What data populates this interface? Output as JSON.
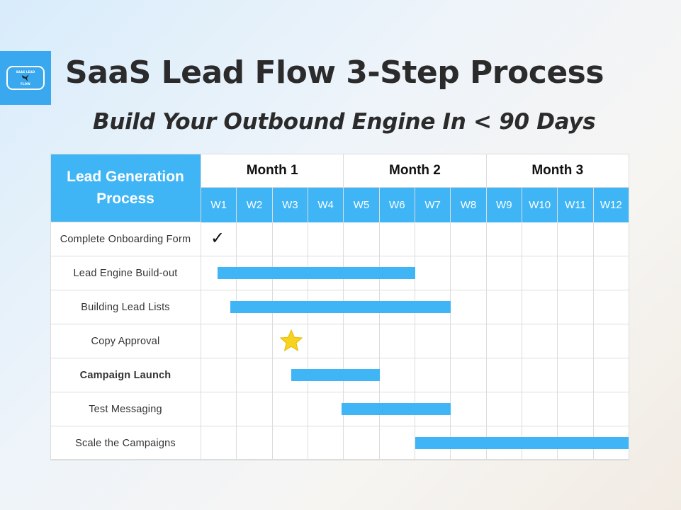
{
  "logo": {
    "top_text": "SAAS LEAD",
    "bottom_text": "FLOW",
    "bg_color": "#3aa8ef"
  },
  "header": {
    "title": "SaaS Lead Flow 3-Step Process",
    "subtitle": "Build Your Outbound Engine In < 90 Days"
  },
  "gantt": {
    "corner_label": "Lead Generation Process",
    "accent_color": "#3fb5f6",
    "months": [
      "Month 1",
      "Month 2",
      "Month 3"
    ],
    "weeks": [
      "W1",
      "W2",
      "W3",
      "W4",
      "W5",
      "W6",
      "W7",
      "W8",
      "W9",
      "W10",
      "W11",
      "W12"
    ],
    "tasks": [
      {
        "label": "Complete Onboarding Form",
        "bold": false,
        "marker": "check",
        "week": 1
      },
      {
        "label": "Lead Engine Build-out",
        "bold": false,
        "bar": {
          "start_week": 1.45,
          "end_week": 6.0
        }
      },
      {
        "label": "Building Lead Lists",
        "bold": false,
        "bar": {
          "start_week": 1.82,
          "end_week": 7.0
        }
      },
      {
        "label": "Copy Approval",
        "bold": false,
        "marker": "star",
        "week": 3
      },
      {
        "label": "Campaign Launch",
        "bold": true,
        "bar": {
          "start_week": 3.52,
          "end_week": 5.0
        }
      },
      {
        "label": "Test Messaging",
        "bold": false,
        "bar": {
          "start_week": 4.93,
          "end_week": 7.0
        }
      },
      {
        "label": "Scale the Campaigns",
        "bold": false,
        "bar": {
          "start_week": 7.0,
          "end_week": 12.0
        }
      }
    ]
  }
}
